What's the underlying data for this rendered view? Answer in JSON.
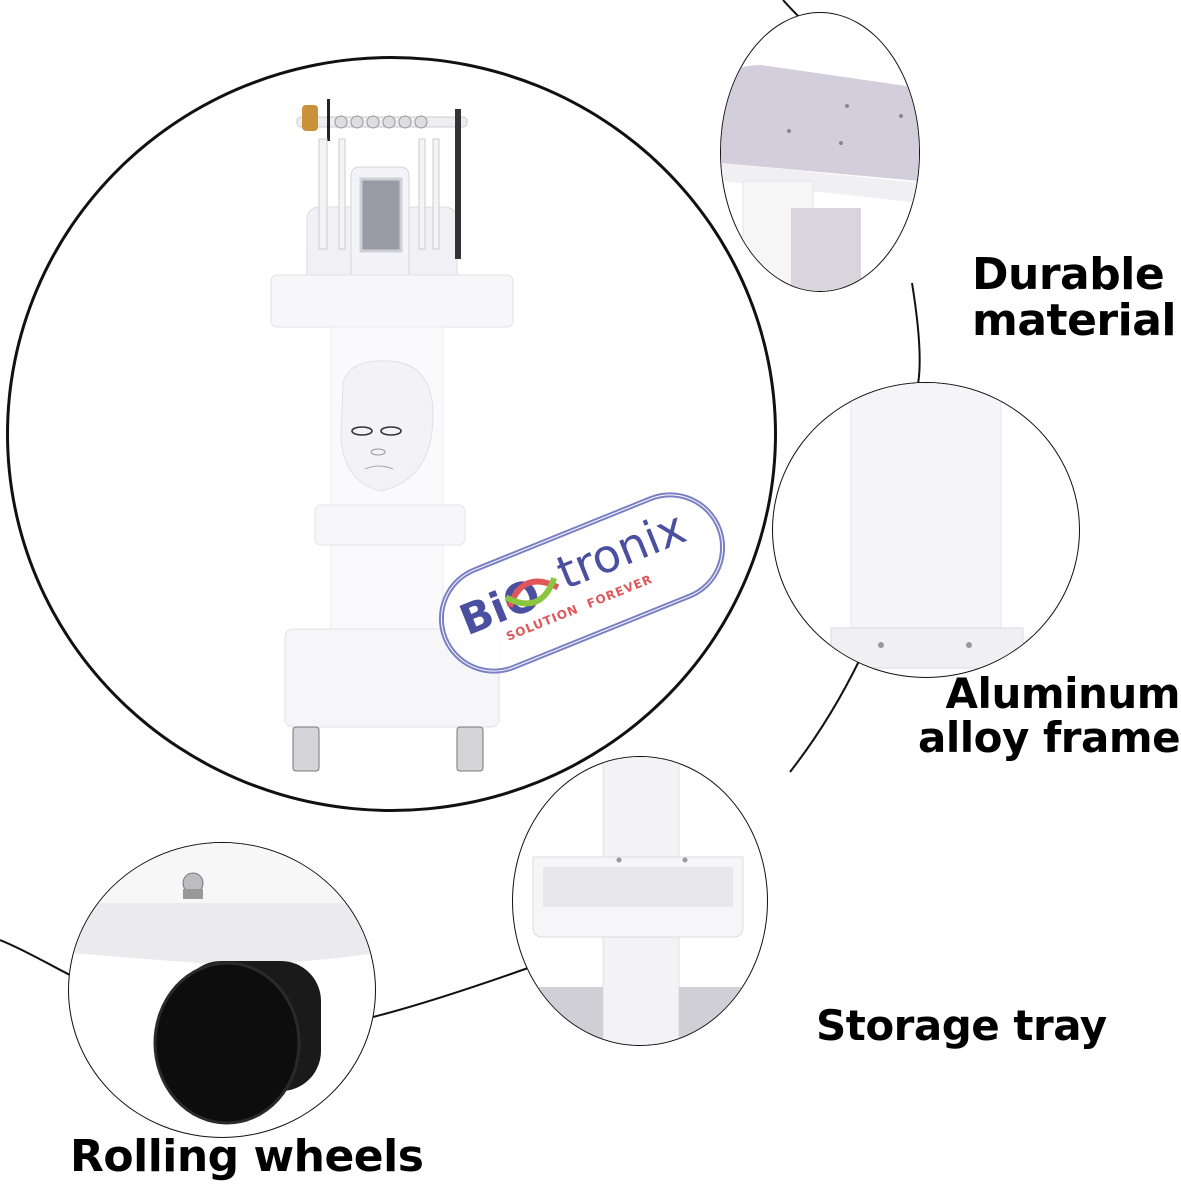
{
  "main_image": {
    "product": "beauty-machine-trolley",
    "components": [
      "hydrafacial-machine",
      "led-face-mask",
      "trolley-cart"
    ]
  },
  "watermark": {
    "brand_part1": "Bi",
    "brand_o": "O",
    "brand_part2": "tronix",
    "tagline_left": "SOLUTION",
    "tagline_right": "FOREVER",
    "colors": {
      "blue": "#4a4fa0",
      "red": "#e0565a",
      "green": "#8cc63f",
      "border": "#7a80c4"
    }
  },
  "features": [
    {
      "id": "durable",
      "label_line1": "Durable",
      "label_line2": "material"
    },
    {
      "id": "aluminum",
      "label_line1": "Aluminum",
      "label_line2": "alloy frame"
    },
    {
      "id": "storage",
      "label_line1": "Storage tray",
      "label_line2": ""
    },
    {
      "id": "wheels",
      "label_line1": "Rolling wheels",
      "label_line2": ""
    }
  ]
}
